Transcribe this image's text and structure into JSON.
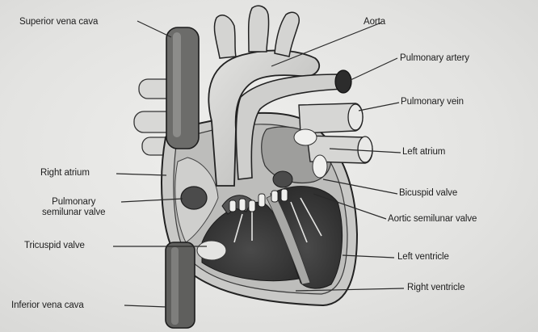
{
  "labels": {
    "superior_vena_cava": "Superior vena cava",
    "aorta": "Aorta",
    "pulmonary_artery": "Pulmonary artery",
    "pulmonary_vein": "Pulmonary vein",
    "left_atrium": "Left atrium",
    "right_atrium": "Right atrium",
    "bicuspid_valve": "Bicuspid valve",
    "pulmonary_semilunar_valve": "Pulmonary\nsemilunar valve",
    "aortic_semilunar_valve": "Aortic semilunar valve",
    "tricuspid_valve": "Tricuspid valve",
    "left_ventricle": "Left ventricle",
    "right_ventricle": "Right ventricle",
    "inferior_vena_cava": "Inferior vena cava"
  }
}
